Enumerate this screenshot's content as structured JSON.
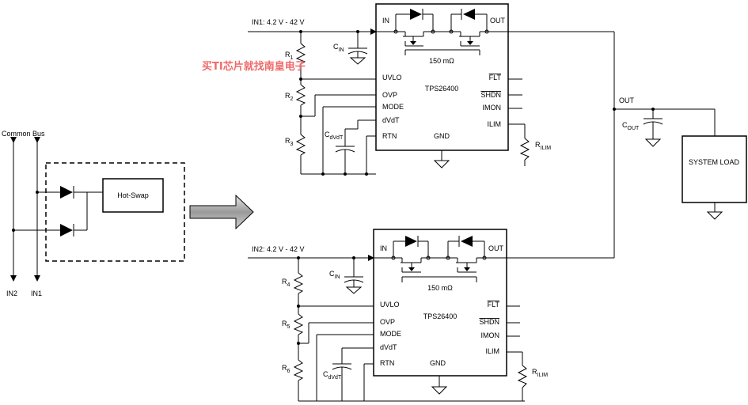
{
  "watermark": "买TI芯片就找南皇电子",
  "left_block": {
    "common_bus": "Common Bus",
    "in2": "IN2",
    "in1": "IN1",
    "hotswap": "Hot-Swap"
  },
  "circuit1": {
    "input": "IN1: 4.2 V - 42 V",
    "chip": "TPS26400",
    "in_pin": "IN",
    "out_pin": "OUT",
    "rdson": "150 mΩ",
    "pins_left": [
      "UVLO",
      "OVP",
      "MODE",
      "dVdT",
      "RTN"
    ],
    "gnd": "GND",
    "pins_right": [
      "FLT",
      "SHDN",
      "IMON",
      "ILIM"
    ],
    "cin": "C",
    "cin_sub": "IN",
    "r1": "R",
    "r1_sub": "1",
    "r2": "R",
    "r2_sub": "2",
    "r3": "R",
    "r3_sub": "3",
    "cdvdt": "C",
    "cdvdt_sub": "dVdT",
    "rilim": "R",
    "rilim_sub": "ILIM"
  },
  "circuit2": {
    "input": "IN2: 4.2 V - 42 V",
    "chip": "TPS26400",
    "in_pin": "IN",
    "out_pin": "OUT",
    "rdson": "150 mΩ",
    "pins_left": [
      "UVLO",
      "OVP",
      "MODE",
      "dVdT",
      "RTN"
    ],
    "gnd": "GND",
    "pins_right": [
      "FLT",
      "SHDN",
      "IMON",
      "ILIM"
    ],
    "cin": "C",
    "cin_sub": "IN",
    "r4": "R",
    "r4_sub": "4",
    "r5": "R",
    "r5_sub": "5",
    "r6": "R",
    "r6_sub": "6",
    "cdvdt": "C",
    "cdvdt_sub": "dVdT",
    "rilim": "R",
    "rilim_sub": "ILIM"
  },
  "output": {
    "out": "OUT",
    "cout": "C",
    "cout_sub": "OUT",
    "load": "SYSTEM LOAD"
  }
}
